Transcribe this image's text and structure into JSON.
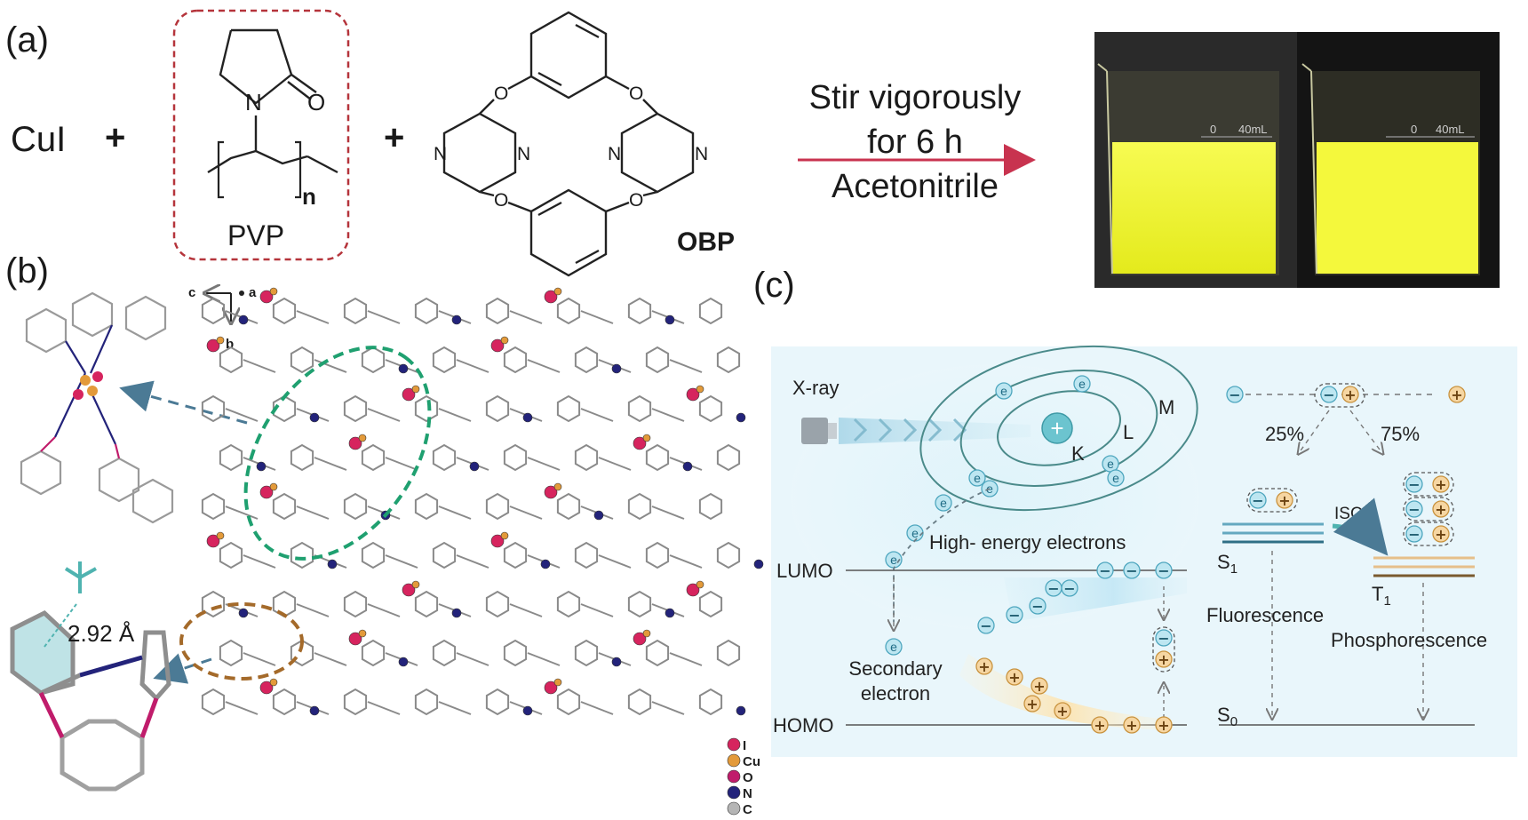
{
  "panel_labels": {
    "a": "(a)",
    "b": "(b)",
    "c": "(c)"
  },
  "reaction": {
    "reactant1": "CuI",
    "plus": "+",
    "pvp_label": "PVP",
    "pvp_subscript": "n",
    "obp_label": "OBP",
    "atom_N": "N",
    "atom_O": "O",
    "condition_line1": "Stir vigorously",
    "condition_line2": "for 6 h",
    "condition_line3": "Acetonitrile",
    "beaker_mark": "40mL",
    "beaker_zero": "0"
  },
  "crystal": {
    "axis_c": "c",
    "axis_a": "a",
    "axis_b": "b",
    "distance": "2.92 Å",
    "legend": [
      {
        "symbol": "I",
        "color": "#d6245e"
      },
      {
        "symbol": "Cu",
        "color": "#e39a3a"
      },
      {
        "symbol": "O",
        "color": "#c01c6b"
      },
      {
        "symbol": "N",
        "color": "#23237a"
      },
      {
        "symbol": "C",
        "color": "#b5b5b5"
      }
    ]
  },
  "mechanism": {
    "xray": "X-ray",
    "shell_K": "K",
    "shell_L": "L",
    "shell_M": "M",
    "electron": "e",
    "high_energy": "High- energy electrons",
    "lumo": "LUMO",
    "homo": "HOMO",
    "secondary_line1": "Secondary",
    "secondary_line2": "electron",
    "pct_singlet": "25%",
    "pct_triplet": "75%",
    "isc": "ISC",
    "s1": "S",
    "s1_sub": "1",
    "t1": "T",
    "t1_sub": "1",
    "s0": "S",
    "s0_sub": "0",
    "fluorescence": "Fluorescence",
    "phosphorescence": "Phosphorescence",
    "minus": "−",
    "plus": "+"
  }
}
